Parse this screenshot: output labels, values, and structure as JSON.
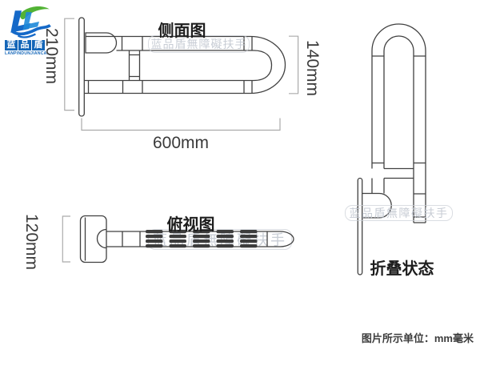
{
  "logo": {
    "name_chars": [
      "蓝",
      "品",
      "盾"
    ],
    "subtext": "LANPINDUNJIANCAI",
    "brand_blue": "#1466b8",
    "brand_green": "#52b335"
  },
  "views": {
    "side": {
      "title": "侧面图",
      "dim_plate_height": "210mm",
      "dim_end_height": "140mm",
      "dim_length": "600mm"
    },
    "top": {
      "title": "俯视图",
      "dim_depth": "120mm"
    },
    "folded": {
      "title": "折叠状态"
    }
  },
  "watermark": {
    "text": "蓝品盾無障礙扶手"
  },
  "footer": {
    "units_note": "图片所示单位：mm毫米"
  },
  "colors": {
    "line": "#404040",
    "dimension_bracket": "#ababab",
    "rib_fill": "#3c3c3c",
    "watermark": "#c5cad3",
    "text": "#3a3a3a"
  }
}
